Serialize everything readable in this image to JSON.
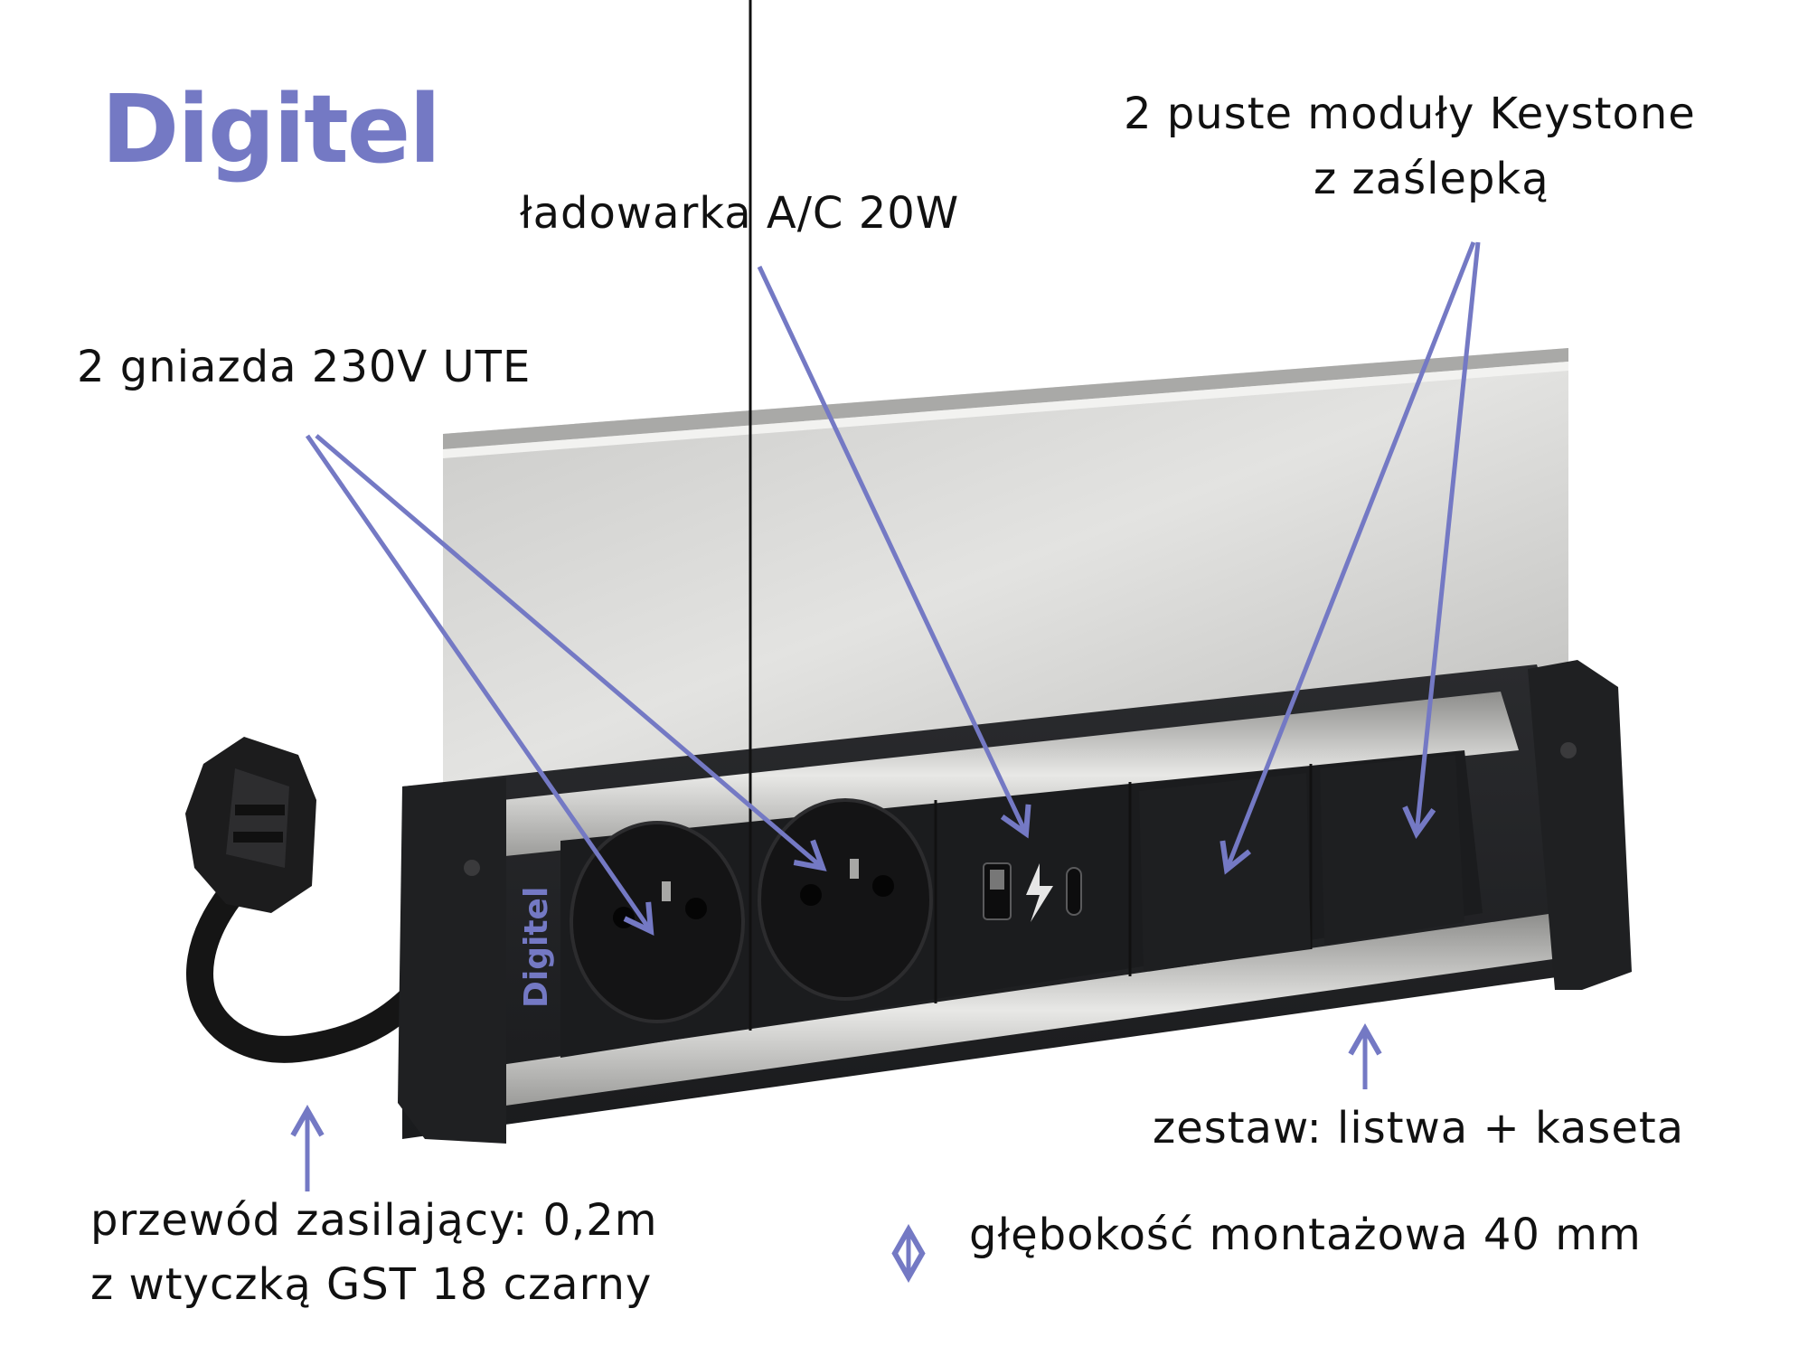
{
  "brand": {
    "logo_text": "Digitel",
    "accent_color": "#7479c4"
  },
  "labels": {
    "sockets": "2 gniazda 230V UTE",
    "charger": "ładowarka A/C 20W",
    "keystone_line1": "2 puste moduły Keystone",
    "keystone_line2": "z zaślepką",
    "set": "zestaw: listwa + kaseta",
    "cable_line1": "przewód zasilający: 0,2m",
    "cable_line2": "z wtyczką GST 18 czarny",
    "depth": "głębokość montażowa 40 mm"
  },
  "product": {
    "side_logo": "Digitel",
    "icons": [
      "usb-a-port-icon",
      "lightning-icon",
      "usb-c-port-icon"
    ]
  }
}
